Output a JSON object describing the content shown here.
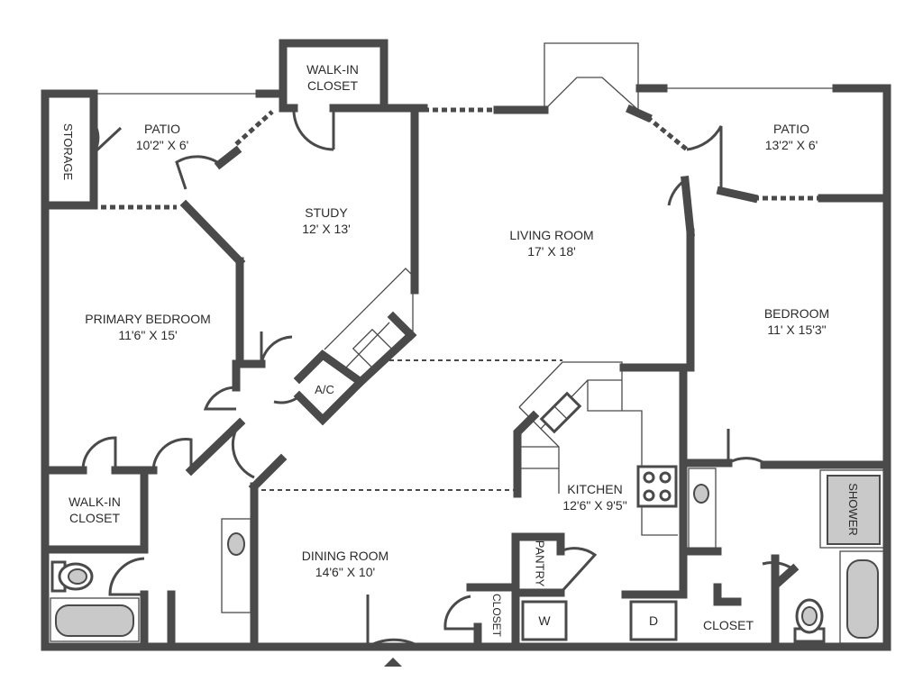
{
  "rooms": {
    "storage": {
      "name": "STORAGE"
    },
    "patio_left": {
      "name": "PATIO",
      "size": "10'2\" X 6'"
    },
    "walkin_closet_top": {
      "line1": "WALK-IN",
      "line2": "CLOSET"
    },
    "study": {
      "name": "STUDY",
      "size": "12' X 13'"
    },
    "living_room": {
      "name": "LIVING ROOM",
      "size": "17' X 18'"
    },
    "patio_right": {
      "name": "PATIO",
      "size": "13'2\" X 6'"
    },
    "primary_bedroom": {
      "name": "PRIMARY BEDROOM",
      "size": "11'6\" X 15'"
    },
    "bedroom": {
      "name": "BEDROOM",
      "size": "11' X 15'3\""
    },
    "ac": {
      "name": "A/C"
    },
    "walkin_closet_bottom": {
      "line1": "WALK-IN",
      "line2": "CLOSET"
    },
    "kitchen": {
      "name": "KITCHEN",
      "size": "12'6\" X 9'5\""
    },
    "shower": {
      "name": "SHOWER"
    },
    "dining_room": {
      "name": "DINING ROOM",
      "size": "14'6\" X 10'"
    },
    "pantry": {
      "name": "PANTRY"
    },
    "closet_small": {
      "name": "CLOSET"
    },
    "washer": {
      "name": "W"
    },
    "dryer": {
      "name": "D"
    },
    "closet_bedroom": {
      "name": "CLOSET"
    }
  },
  "colors": {
    "wall": "#4a4a4a",
    "fixture_fill": "#c9c9c9",
    "background": "#ffffff"
  }
}
